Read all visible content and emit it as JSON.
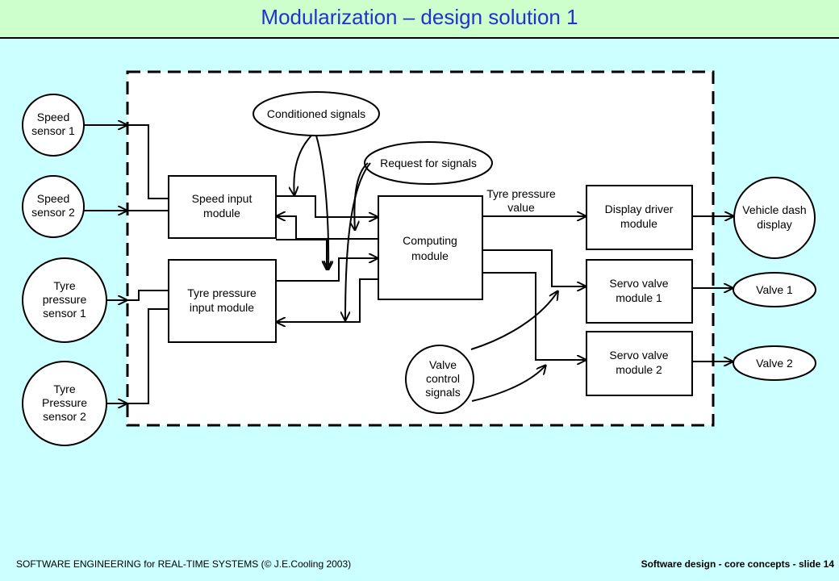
{
  "title": "Modularization – design solution 1",
  "footer": {
    "left": "SOFTWARE ENGINEERING  for REAL-TIME SYSTEMS (© J.E.Cooling 2003)",
    "right": "Software design  -  core concepts  - slide 14"
  },
  "sensors": {
    "speed1": [
      "Speed",
      "sensor 1"
    ],
    "speed2": [
      "Speed",
      "sensor 2"
    ],
    "tyre1": [
      "Tyre",
      "pressure",
      "sensor 1"
    ],
    "tyre2": [
      "Tyre",
      "Pressure",
      "sensor 2"
    ]
  },
  "modules": {
    "speed_input": [
      "Speed input",
      "module"
    ],
    "tyre_input": [
      "Tyre pressure",
      "input module"
    ],
    "computing": [
      "Computing",
      "module"
    ],
    "display_driver": [
      "Display driver",
      "module"
    ],
    "servo1": [
      "Servo valve",
      "module 1"
    ],
    "servo2": [
      "Servo valve",
      "module 2"
    ]
  },
  "outputs": {
    "dash": [
      "Vehicle dash",
      "display"
    ],
    "valve1": "Valve 1",
    "valve2": "Valve 2"
  },
  "signals": {
    "conditioned": "Conditioned signals",
    "request": "Request for signals",
    "valve_control": [
      "Valve",
      "control",
      "signals"
    ],
    "tyre_pressure_value": [
      "Tyre pressure",
      "value"
    ]
  }
}
